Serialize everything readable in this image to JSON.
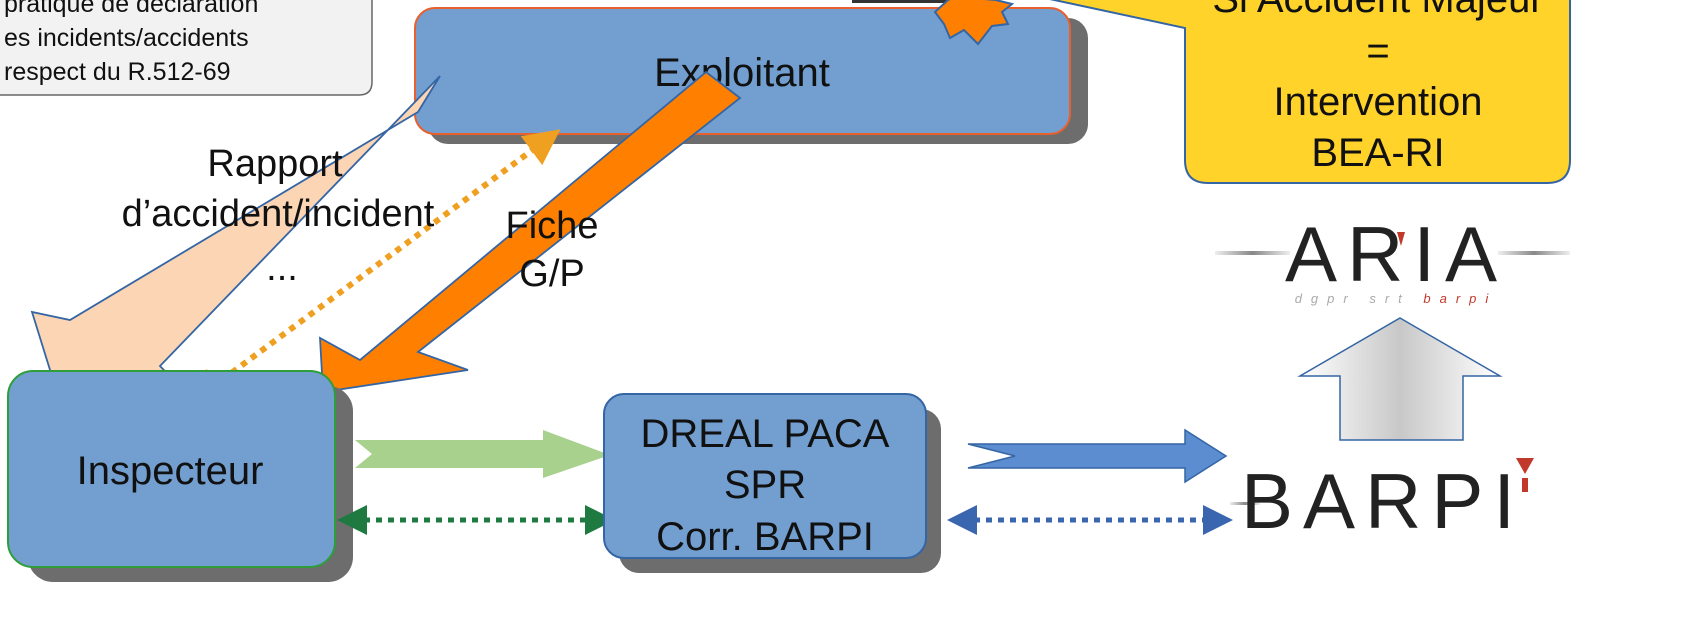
{
  "note": {
    "lines": [
      "pratique de déclaration",
      "es incidents/accidents",
      "respect du R.512-69"
    ]
  },
  "boxes": {
    "exploitant": "Exploitant",
    "inspecteur": "Inspecteur",
    "dreal": [
      "DREAL PACA",
      "SPR",
      "Corr. BARPI"
    ]
  },
  "callout": {
    "lines": [
      "Si Accident Majeur",
      "=",
      "Intervention",
      "BEA-RI"
    ]
  },
  "arrow_labels": {
    "rapport": [
      "Rapport",
      "d’accident/incident",
      "..."
    ],
    "fiche": [
      "Fiche",
      "G/P"
    ]
  },
  "logos": {
    "aria": {
      "text": "ARIA",
      "subtitle_main": "dgpr srt",
      "subtitle_accent": "barpi"
    },
    "barpi": {
      "text": "BARPI"
    }
  },
  "colors": {
    "box_fill": "#729fcf",
    "box_border": "#3465a4",
    "exploitant_border": "#e8602c",
    "inspecteur_border": "#2e9e3a",
    "callout_fill": "#ffd32a",
    "callout_border": "#3465a4",
    "rapport_arrow": "#fcd5b4",
    "fiche_arrow": "#ff8000",
    "green_arrow": "#a9d18e",
    "blue_arrow": "#5b8dd0",
    "dotted_orange": "#f0a020",
    "dotted_green": "#1e7a40",
    "dotted_blue": "#3a66b0",
    "logo_red": "#c0392b"
  }
}
